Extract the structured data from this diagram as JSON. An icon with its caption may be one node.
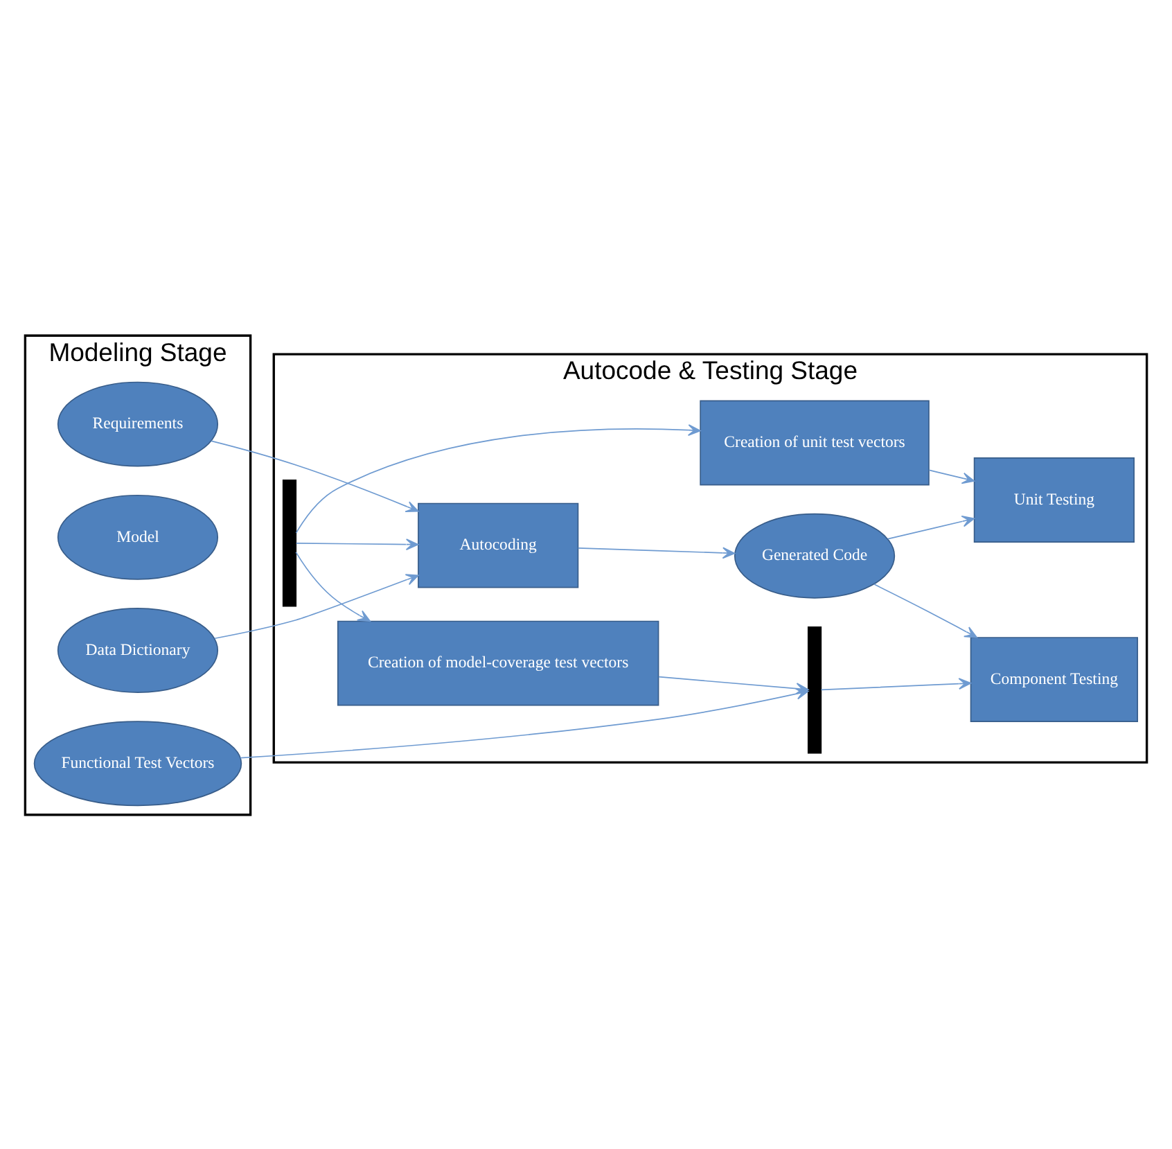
{
  "diagram": {
    "nodes": [
      {
        "text": [
          "Modeling Stage"
        ]
      },
      {
        "text": [
          "Autocode & Testing Stage"
        ]
      },
      {
        "text": [
          "Requirements"
        ],
        "in": 0
      },
      {
        "text": [
          "Data Dictionary"
        ],
        "in": 0
      },
      {
        "text": [
          "Model"
        ],
        "in": 0
      },
      {
        "text": [
          "Functional Test Vectors"
        ],
        "in": 0
      },
      {
        "text": [
          "Autocoding"
        ],
        "in": 1
      },
      {
        "text": [
          "Generated Code"
        ],
        "in": 1
      },
      {
        "text": [],
        "shape": "bar",
        "in": 1
      },
      {
        "text": [
          "Creation of unit test vectors"
        ],
        "in": 1
      },
      {
        "text": [
          "Unit Testing"
        ],
        "in": 1
      },
      {
        "text": [
          "Creation of model-coverage test vectors"
        ],
        "in": 1
      },
      {
        "text": [],
        "shape": "bar",
        "in": 1
      },
      {
        "text": [
          "Component Testing"
        ],
        "in": 1
      }
    ],
    "edges": [
      {
        "from": 2,
        "to": 6,
        "arrow": "to"
      },
      {
        "from": 3,
        "to": 6,
        "arrow": "to"
      },
      {
        "from": 6,
        "to": 7,
        "arrow": "to"
      },
      {
        "from": 7,
        "to": 10,
        "arrow": "to"
      },
      {
        "from": 7,
        "to": 13,
        "arrow": "to"
      },
      {
        "from": 8,
        "to": 6,
        "arrow": "to"
      },
      {
        "from": 8,
        "to": 9,
        "arrow": "to"
      },
      {
        "from": 8,
        "to": 11,
        "arrow": "to"
      },
      {
        "from": 9,
        "to": 10,
        "arrow": "to"
      },
      {
        "from": 11,
        "to": 12,
        "arrow": "to"
      },
      {
        "from": 5,
        "to": 12,
        "arrow": "to"
      },
      {
        "from": 12,
        "to": 13,
        "arrow": "to"
      }
    ]
  }
}
